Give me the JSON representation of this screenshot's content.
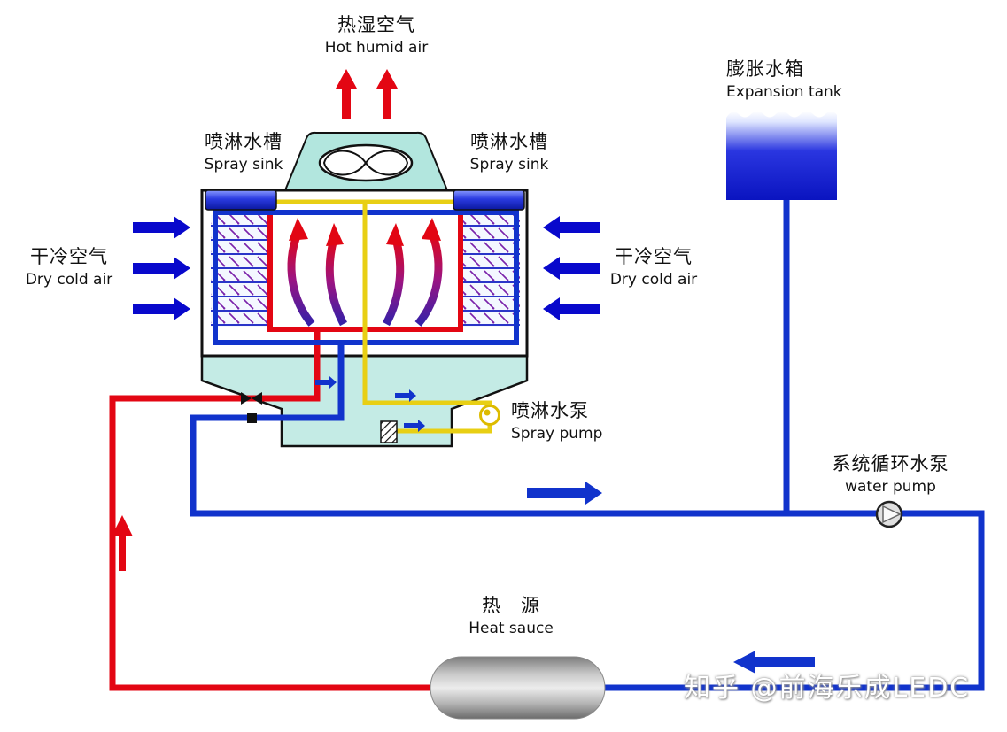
{
  "labels": {
    "hot_humid_air": {
      "zh": "热湿空气",
      "en": "Hot humid air"
    },
    "spray_sink_left": {
      "zh": "喷淋水槽",
      "en": "Spray sink"
    },
    "spray_sink_right": {
      "zh": "喷淋水槽",
      "en": "Spray sink"
    },
    "dry_cold_air_left": {
      "zh": "干冷空气",
      "en": "Dry cold air"
    },
    "dry_cold_air_right": {
      "zh": "干冷空气",
      "en": "Dry cold air"
    },
    "expansion_tank": {
      "zh": "膨胀水箱",
      "en": "Expansion tank"
    },
    "spray_pump": {
      "zh": "喷淋水泵",
      "en": "Spray pump"
    },
    "system_water_pump": {
      "zh": "系统循环水泵",
      "en": "water pump"
    },
    "heat_source": {
      "zh": "热　源",
      "en": "Heat sauce"
    },
    "watermark": "知乎 @前海乐成LEDC"
  },
  "colors": {
    "hot_pipe_red": "#e30613",
    "cold_pipe_blue": "#1133cc",
    "spray_pipe_yellow": "#e8cf14",
    "air_arrow_blue": "#0808cc",
    "fan_housing_teal": "#b2e6de",
    "basin_water_teal": "#c4ebe5",
    "spray_sink_blue": "#1a2ab0",
    "expansion_tank_blue": "#0a14c8",
    "heat_source_gray": "#c9c9c9"
  }
}
